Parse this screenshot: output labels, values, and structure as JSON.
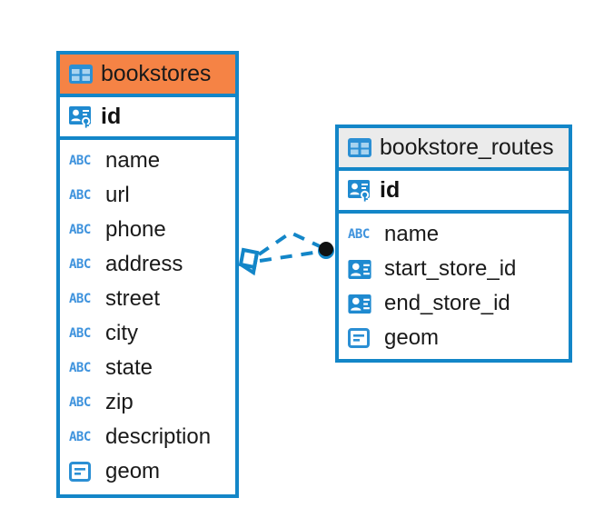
{
  "diagram": {
    "type": "entity-relationship-diagram",
    "background": "#ffffff",
    "accent_color": "#1386c8",
    "highlight_color": "#f58345",
    "neutral_header_color": "#ebebeb",
    "icon_text_color": "#3f93dd"
  },
  "entities": [
    {
      "id": "bookstores",
      "name": "bookstores",
      "header_icon": "table-icon",
      "header_color": "#f58345",
      "selected": true,
      "primary_key": {
        "name": "id",
        "icon": "primary-key-icon"
      },
      "fields": [
        {
          "name": "name",
          "icon": "abc-icon",
          "icon_label": "ABC"
        },
        {
          "name": "url",
          "icon": "abc-icon",
          "icon_label": "ABC"
        },
        {
          "name": "phone",
          "icon": "abc-icon",
          "icon_label": "ABC"
        },
        {
          "name": "address",
          "icon": "abc-icon",
          "icon_label": "ABC"
        },
        {
          "name": "street",
          "icon": "abc-icon",
          "icon_label": "ABC"
        },
        {
          "name": "city",
          "icon": "abc-icon",
          "icon_label": "ABC"
        },
        {
          "name": "state",
          "icon": "abc-icon",
          "icon_label": "ABC"
        },
        {
          "name": "zip",
          "icon": "abc-icon",
          "icon_label": "ABC"
        },
        {
          "name": "description",
          "icon": "abc-icon",
          "icon_label": "ABC"
        },
        {
          "name": "geom",
          "icon": "geometry-icon",
          "icon_label": ""
        }
      ]
    },
    {
      "id": "bookstore_routes",
      "name": "bookstore_routes",
      "header_icon": "table-icon",
      "header_color": "#ebebeb",
      "selected": false,
      "primary_key": {
        "name": "id",
        "icon": "primary-key-icon"
      },
      "fields": [
        {
          "name": "name",
          "icon": "abc-icon",
          "icon_label": "ABC"
        },
        {
          "name": "start_store_id",
          "icon": "foreign-key-icon",
          "icon_label": ""
        },
        {
          "name": "end_store_id",
          "icon": "foreign-key-icon",
          "icon_label": ""
        },
        {
          "name": "geom",
          "icon": "geometry-icon",
          "icon_label": ""
        }
      ]
    }
  ],
  "relationships": [
    {
      "from": "bookstores",
      "to": "bookstore_routes",
      "from_marker": "crows-foot-diamond",
      "to_marker": "filled-circle",
      "line_style": "dashed",
      "line_color": "#1386c8",
      "branches": 2
    }
  ]
}
